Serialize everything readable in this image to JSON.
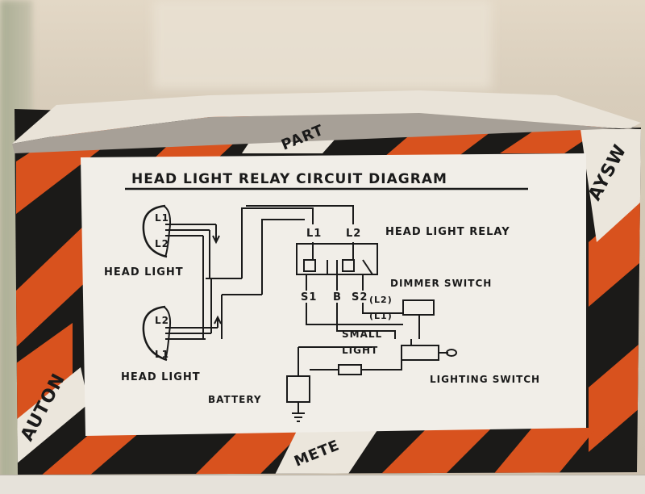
{
  "photo": {
    "colors": {
      "box_black": "#1b1a18",
      "box_orange": "#d8521e",
      "label_paper": "#f1eee8",
      "ink": "#1a1a1a"
    }
  },
  "label": {
    "title": "HEAD LIGHT RELAY CIRCUIT DIAGRAM",
    "head_light_top": "HEAD LIGHT",
    "head_light_bottom": "HEAD LIGHT",
    "relay": "HEAD LIGHT RELAY",
    "dimmer_switch": "DIMMER SWITCH",
    "small": "SMALL",
    "light": "LIGHT",
    "lighting_switch": "LIGHTING SWITCH",
    "battery": "BATTERY",
    "terminals": {
      "l1": "L1",
      "l2": "L2",
      "s1": "S1",
      "b": "B",
      "s2": "S2",
      "dimmer_l2": "(L2)",
      "dimmer_l1": "(L1)",
      "lamp_top_l1": "L1",
      "lamp_top_l2": "L2",
      "lamp_bot_l2": "L2",
      "lamp_bot_l1": "L1"
    }
  },
  "box_text": {
    "top": "PART",
    "right": "AYSW",
    "bottom_left": "AUTON",
    "bottom": "METE"
  }
}
